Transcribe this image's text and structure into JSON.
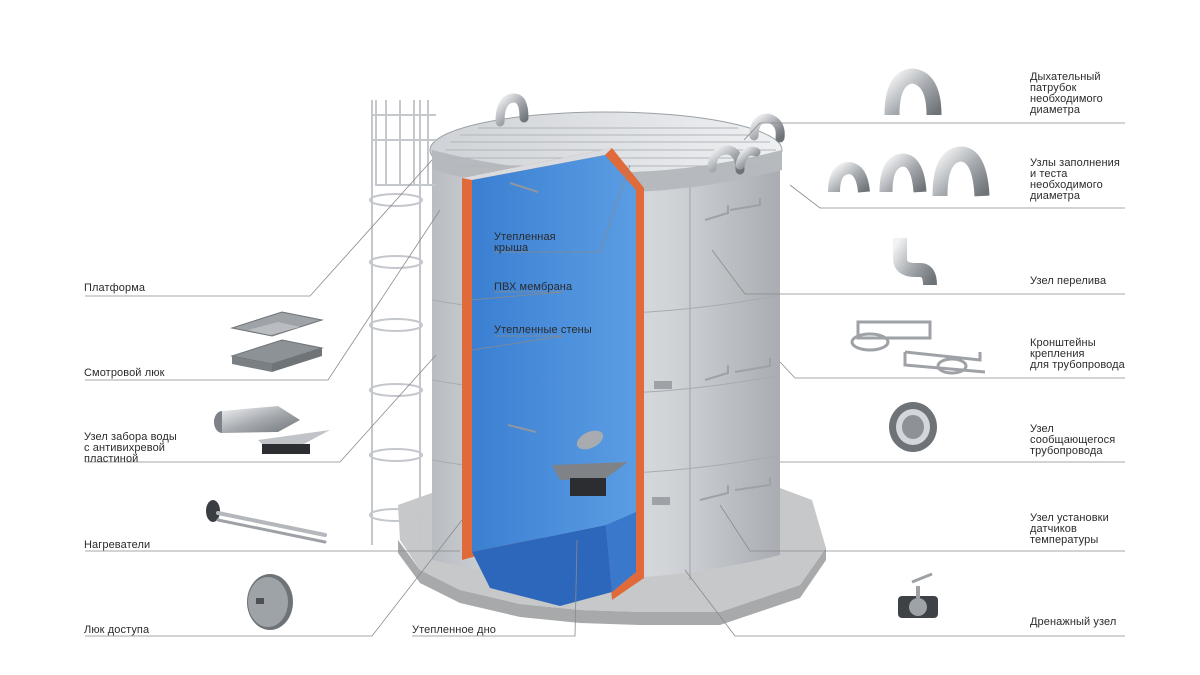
{
  "labels": {
    "breather": "Дыхательный\nпатрубок\nнеобходимого\nдиаметра",
    "fill_test": "Узлы заполнения\nи теста\nнеобходимого\nдиаметра",
    "overflow": "Узел перелива",
    "brackets": "Кронштейны\nкрепления\nдля трубопровода",
    "connecting": "Узел\nсообщающегося\nтрубопровода",
    "temp_sensors": "Узел установки\nдатчиков\nтемпературы",
    "drain": "Дренажный узел",
    "platform": "Платформа",
    "inspection_hatch": "Смотровой люк",
    "water_intake": "Узел забора воды\nс антивихревой\nпластиной",
    "heaters": "Нагреватели",
    "access_hatch": "Люк доступа",
    "insulated_bottom": "Утепленное дно",
    "insulated_roof": "Утепленная\nкрыша",
    "pvc_membrane": "ПВХ мембрана",
    "insulated_walls": "Утепленные стены"
  },
  "colors": {
    "water": "#3f86d6",
    "water_dark": "#2a63b8",
    "insulation": "#e06a3a",
    "steel": "#c9ccd0",
    "concrete": "#c4c6c8",
    "leader_line": "#8a8a8a"
  }
}
